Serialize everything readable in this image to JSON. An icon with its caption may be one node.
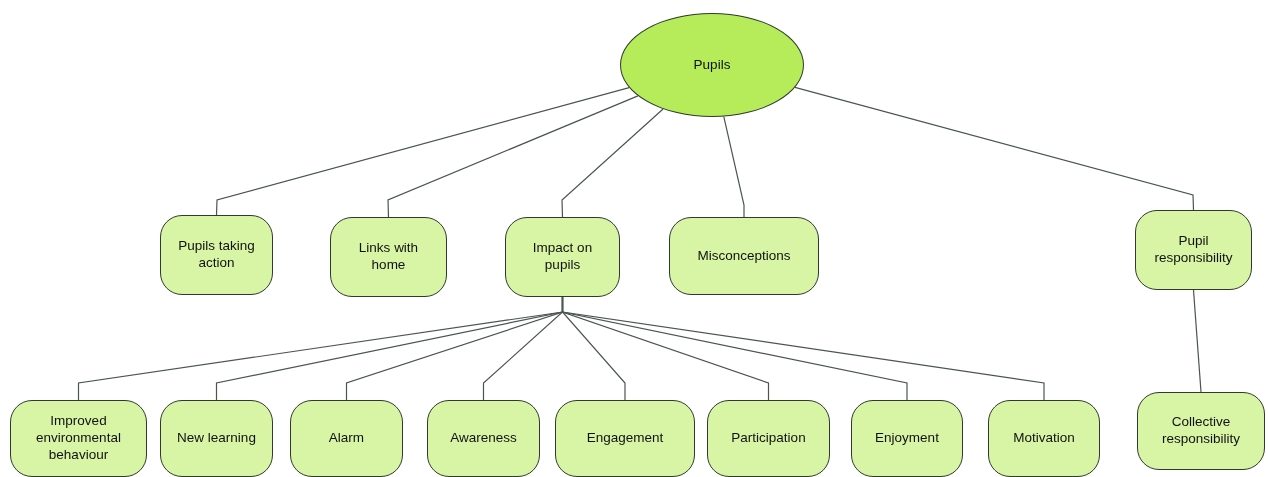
{
  "diagram": {
    "nodes": [
      {
        "text": [
          "Pupils"
        ]
      },
      {
        "text": [
          "Pupils taking action"
        ]
      },
      {
        "text": [
          "Links with home"
        ]
      },
      {
        "text": [
          "Impact on pupils"
        ]
      },
      {
        "text": [
          "Misconceptions"
        ]
      },
      {
        "text": [
          "Pupil responsibility"
        ]
      },
      {
        "text": [
          "Improved environmental behaviour"
        ]
      },
      {
        "text": [
          "New learning"
        ]
      },
      {
        "text": [
          "Alarm"
        ]
      },
      {
        "text": [
          "Awareness"
        ]
      },
      {
        "text": [
          "Engagement"
        ]
      },
      {
        "text": [
          "Participation"
        ]
      },
      {
        "text": [
          "Enjoyment"
        ]
      },
      {
        "text": [
          "Motivation"
        ]
      },
      {
        "text": [
          "Collective responsibility"
        ]
      }
    ],
    "edges": [
      {
        "from": 0,
        "to": 1,
        "arrow": "none"
      },
      {
        "from": 0,
        "to": 2,
        "arrow": "none"
      },
      {
        "from": 0,
        "to": 3,
        "arrow": "none"
      },
      {
        "from": 0,
        "to": 4,
        "arrow": "none"
      },
      {
        "from": 0,
        "to": 5,
        "arrow": "none"
      },
      {
        "from": 3,
        "to": 6,
        "arrow": "none"
      },
      {
        "from": 3,
        "to": 7,
        "arrow": "none"
      },
      {
        "from": 3,
        "to": 8,
        "arrow": "none"
      },
      {
        "from": 3,
        "to": 9,
        "arrow": "none"
      },
      {
        "from": 3,
        "to": 10,
        "arrow": "none"
      },
      {
        "from": 3,
        "to": 11,
        "arrow": "none"
      },
      {
        "from": 3,
        "to": 12,
        "arrow": "none"
      },
      {
        "from": 3,
        "to": 13,
        "arrow": "none"
      },
      {
        "from": 5,
        "to": 14,
        "arrow": "none"
      }
    ]
  }
}
